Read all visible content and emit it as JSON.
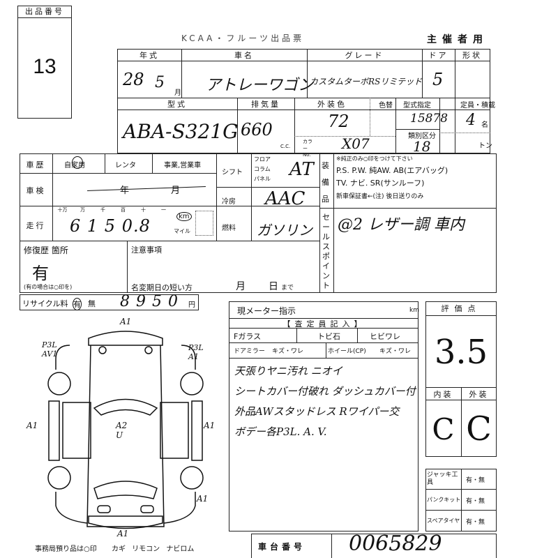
{
  "lot": {
    "label": "出品番号",
    "number": "13"
  },
  "header": {
    "form_title": "KCAA・フルーツ出品票",
    "organizer_use": "主催者用"
  },
  "vehicle": {
    "year_label": "年式",
    "year": "28",
    "month": "5",
    "month_unit": "月",
    "name_label": "車名",
    "name": "アトレーワゴン",
    "grade_label": "グレード",
    "grade": "カスタムターボRSリミテッド",
    "doors_label": "ドア",
    "doors": "5",
    "shape_label": "形状",
    "model_label": "型式",
    "model": "ABA-S321G",
    "displacement_label": "排気量",
    "displacement": "660",
    "cc_unit": "C.C.",
    "color_label": "外装色",
    "color": "72",
    "color_change_label": "色替",
    "color_no_label": "カラーNo.",
    "color_no": "X07",
    "type_designation_label": "型式指定",
    "type_designation": "15878",
    "category_label": "類別区分",
    "category": "18",
    "capacity_label": "定員・積載",
    "capacity": "4",
    "capacity_unit": "名",
    "load_unit": "トン"
  },
  "history": {
    "label": "車歴",
    "options": [
      "自家用",
      "レンタ",
      "事業,営業車"
    ]
  },
  "inspection": {
    "label": "車検",
    "year_unit": "年",
    "month_unit": "月"
  },
  "mileage": {
    "label": "走行",
    "digits_labels": [
      "十万",
      "万",
      "千",
      "百",
      "十",
      "一"
    ],
    "value": "61508",
    "display": "6 1 5 0.8",
    "km": "km",
    "mile": "マイル"
  },
  "shift": {
    "label": "シフト",
    "options": [
      "フロア",
      "コラム",
      "パネル"
    ],
    "value": "AT"
  },
  "ac": {
    "label": "冷房",
    "value": "AAC"
  },
  "fuel": {
    "label": "燃料",
    "value": "ガソリン"
  },
  "equipment": {
    "label": "装備品",
    "note": "※純正のみ○印をつけて下さい",
    "line1": "P.S. P.W. 純AW. AB(エアバッグ)",
    "line2": "TV. ナビ. SR(サンルーフ)",
    "line3": "新車保証書←(注) 後日送りのみ"
  },
  "sales_point": {
    "label": "セールスポイント",
    "value": "@2 レザー調 車内"
  },
  "repair": {
    "label": "修復歴 箇所",
    "value": "有",
    "note": "(有の場合は○印を)"
  },
  "notes": {
    "label": "注意事項",
    "name_change": "名変期日の短い方",
    "month": "月",
    "day": "日",
    "until": "まで"
  },
  "recycle": {
    "label": "リサイクル料",
    "yes": "有",
    "no": "無",
    "amount": "8950",
    "unit": "円"
  },
  "meter": {
    "label": "現メーター指示",
    "unit": "km"
  },
  "inspector": {
    "label": "【査定員記入】",
    "fglass": "Fガラス",
    "chip": "トビ石",
    "crack": "ヒビワレ",
    "mirror": "ドアミラー",
    "mirror_opt": "キズ・ワレ",
    "wheel": "ホイール(CP)",
    "wheel_opt": "キズ・ワレ",
    "comments": [
      "天張りヤニ汚れ ニオイ",
      "シートカバー付破れ ダッシュカバー付",
      "外品AWスタッドレス Rワイパー交",
      "ボデー各P3L. A. V."
    ]
  },
  "rating": {
    "label": "評価点",
    "score": "3.5",
    "interior_label": "内装",
    "exterior_label": "外装",
    "interior": "C",
    "exterior": "C"
  },
  "accessories": [
    {
      "label": "ジャッキ工具",
      "value": "有・無"
    },
    {
      "label": "パンクキット",
      "value": "有・無"
    },
    {
      "label": "スペアタイヤ",
      "value": "有・無"
    }
  ],
  "chassis": {
    "label": "車台番号",
    "value": "0065829"
  },
  "diagram": {
    "front": "A1",
    "rear": "A1",
    "left_front": "P3L AV1",
    "right_front": "P3L A1",
    "left": "A1",
    "right": "A1",
    "roof": "A2 U",
    "right_rear": "A1"
  },
  "footer": {
    "note": "事務局預り品は○印",
    "items": "カギ リモコン ナビロム"
  }
}
